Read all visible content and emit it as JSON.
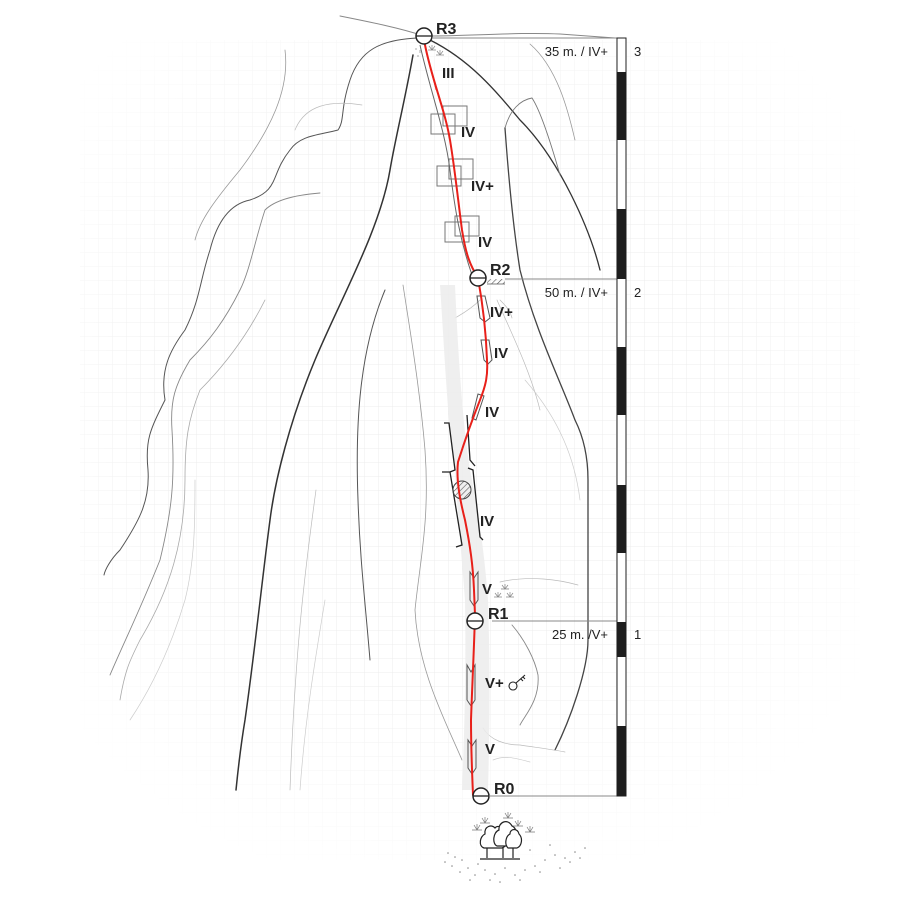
{
  "diagram": {
    "type": "climbing-route-topo",
    "colors": {
      "route": "#e8201a",
      "rock_line_dark": "#333333",
      "rock_line_light": "#999999",
      "grid": "#ececec",
      "scale_black": "#1e1e1e",
      "corridor_fill": "#ececec"
    },
    "anchors": [
      {
        "id": "R3",
        "label": "R3"
      },
      {
        "id": "R2",
        "label": "R2"
      },
      {
        "id": "R1",
        "label": "R1"
      },
      {
        "id": "R0",
        "label": "R0"
      }
    ],
    "pitches": [
      {
        "number": "3",
        "length": "35 m.",
        "grade": "IV+",
        "label": "35 m. / IV+"
      },
      {
        "number": "2",
        "length": "50 m.",
        "grade": "IV+",
        "label": "50 m. / IV+"
      },
      {
        "number": "1",
        "length": "25 m.",
        "grade": "V+",
        "label": "25 m. /V+"
      }
    ],
    "section_grades": {
      "p3": [
        "III",
        "IV",
        "IV+",
        "IV"
      ],
      "p2": [
        "IV+",
        "IV",
        "IV",
        "IV"
      ],
      "p1": [
        "V",
        "V+",
        "V"
      ]
    },
    "symbols": [
      "grass-tufts",
      "key-icon",
      "overhang-blocks",
      "chimney-brackets",
      "hatched-bulge",
      "trees",
      "scree"
    ]
  }
}
